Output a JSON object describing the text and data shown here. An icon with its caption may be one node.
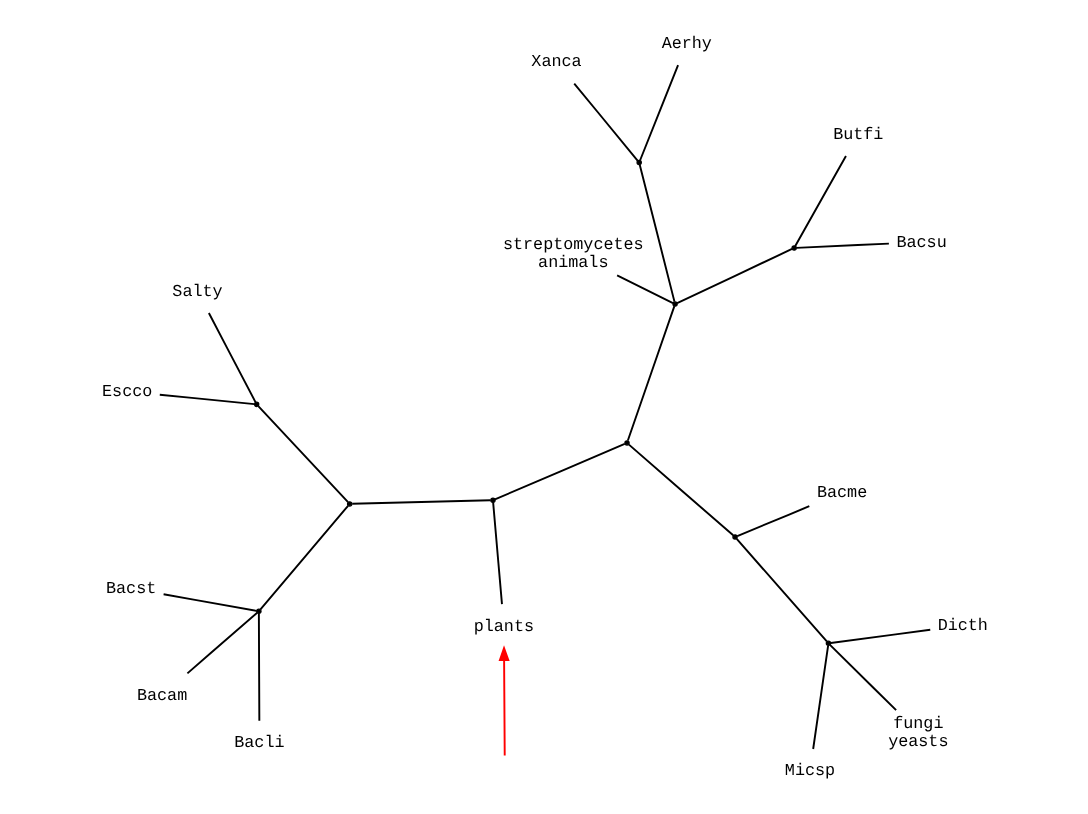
{
  "diagram": {
    "nodes": [
      {
        "text": [
          "Micsp"
        ]
      },
      {
        "text": [
          "Bacme"
        ]
      },
      {
        "text": [
          "Escco"
        ]
      },
      {
        "text": [
          "Salty"
        ]
      },
      {
        "text": [
          "Dicth"
        ]
      },
      {
        "text": [
          "Bacst"
        ]
      },
      {
        "text": [
          "Bacam"
        ]
      },
      {
        "text": [
          "fungi",
          "yeasts"
        ]
      },
      {
        "text": [
          "Bacli"
        ]
      },
      {
        "text": [
          "plants"
        ]
      },
      {
        "text": [
          "Bacsu"
        ]
      },
      {
        "text": [
          "streptomycetes",
          "animals"
        ]
      },
      {
        "text": [
          "Butfi"
        ]
      },
      {
        "text": [
          "Aerhy"
        ]
      },
      {
        "text": [
          "Xanca"
        ]
      },
      {
        "text": [],
        "shape": "point"
      },
      {
        "text": [],
        "shape": "point"
      },
      {
        "text": [],
        "shape": "point"
      },
      {
        "text": [],
        "shape": "point"
      },
      {
        "text": [],
        "shape": "point"
      },
      {
        "text": [],
        "shape": "point"
      },
      {
        "text": [],
        "shape": "point"
      },
      {
        "text": [],
        "shape": "point"
      },
      {
        "text": [],
        "shape": "point"
      },
      {
        "text": [],
        "shape": "point"
      }
    ],
    "edges": [
      {
        "from": 15,
        "to": 4,
        "arrow": "none"
      },
      {
        "from": 15,
        "to": 0,
        "arrow": "none"
      },
      {
        "from": 15,
        "to": 7,
        "arrow": "none"
      },
      {
        "from": 15,
        "to": 16,
        "arrow": "none"
      },
      {
        "from": 16,
        "to": 1,
        "arrow": "none"
      },
      {
        "from": 16,
        "to": 17,
        "arrow": "none"
      },
      {
        "from": 17,
        "to": 18,
        "arrow": "none"
      },
      {
        "from": 18,
        "to": 9,
        "arrow": "none"
      },
      {
        "from": 18,
        "to": 19,
        "arrow": "none"
      },
      {
        "from": 19,
        "to": 20,
        "arrow": "none"
      },
      {
        "from": 20,
        "to": 2,
        "arrow": "none"
      },
      {
        "from": 20,
        "to": 3,
        "arrow": "none"
      },
      {
        "from": 19,
        "to": 21,
        "arrow": "none"
      },
      {
        "from": 21,
        "to": 5,
        "arrow": "none"
      },
      {
        "from": 21,
        "to": 6,
        "arrow": "none"
      },
      {
        "from": 21,
        "to": 8,
        "arrow": "none"
      },
      {
        "from": 17,
        "to": 22,
        "arrow": "none"
      },
      {
        "from": 22,
        "to": 11,
        "arrow": "none"
      },
      {
        "from": 22,
        "to": 24,
        "arrow": "none"
      },
      {
        "from": 24,
        "to": 13,
        "arrow": "none"
      },
      {
        "from": 24,
        "to": 14,
        "arrow": "none"
      },
      {
        "from": 22,
        "to": 23,
        "arrow": "none"
      },
      {
        "from": 23,
        "to": 10,
        "arrow": "none"
      },
      {
        "from": 23,
        "to": 12,
        "arrow": "none"
      },
      {
        "from": null,
        "to": 9,
        "arrow": "to",
        "color": "#ff0000"
      }
    ]
  }
}
